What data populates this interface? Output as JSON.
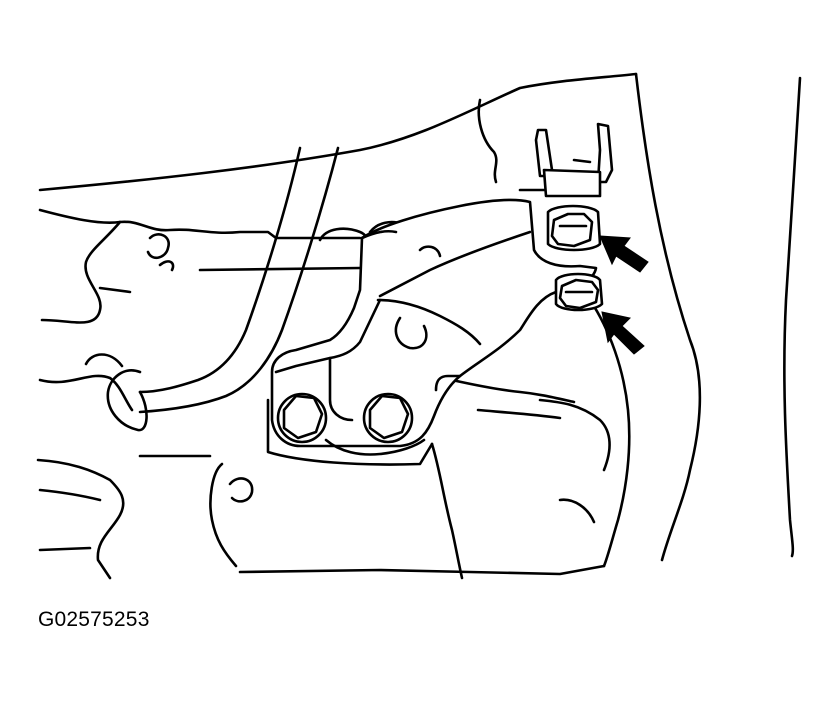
{
  "figure": {
    "code": "G02575253",
    "indicated_parts": [
      "upper-mount-bolt",
      "lower-mount-bolt"
    ]
  }
}
